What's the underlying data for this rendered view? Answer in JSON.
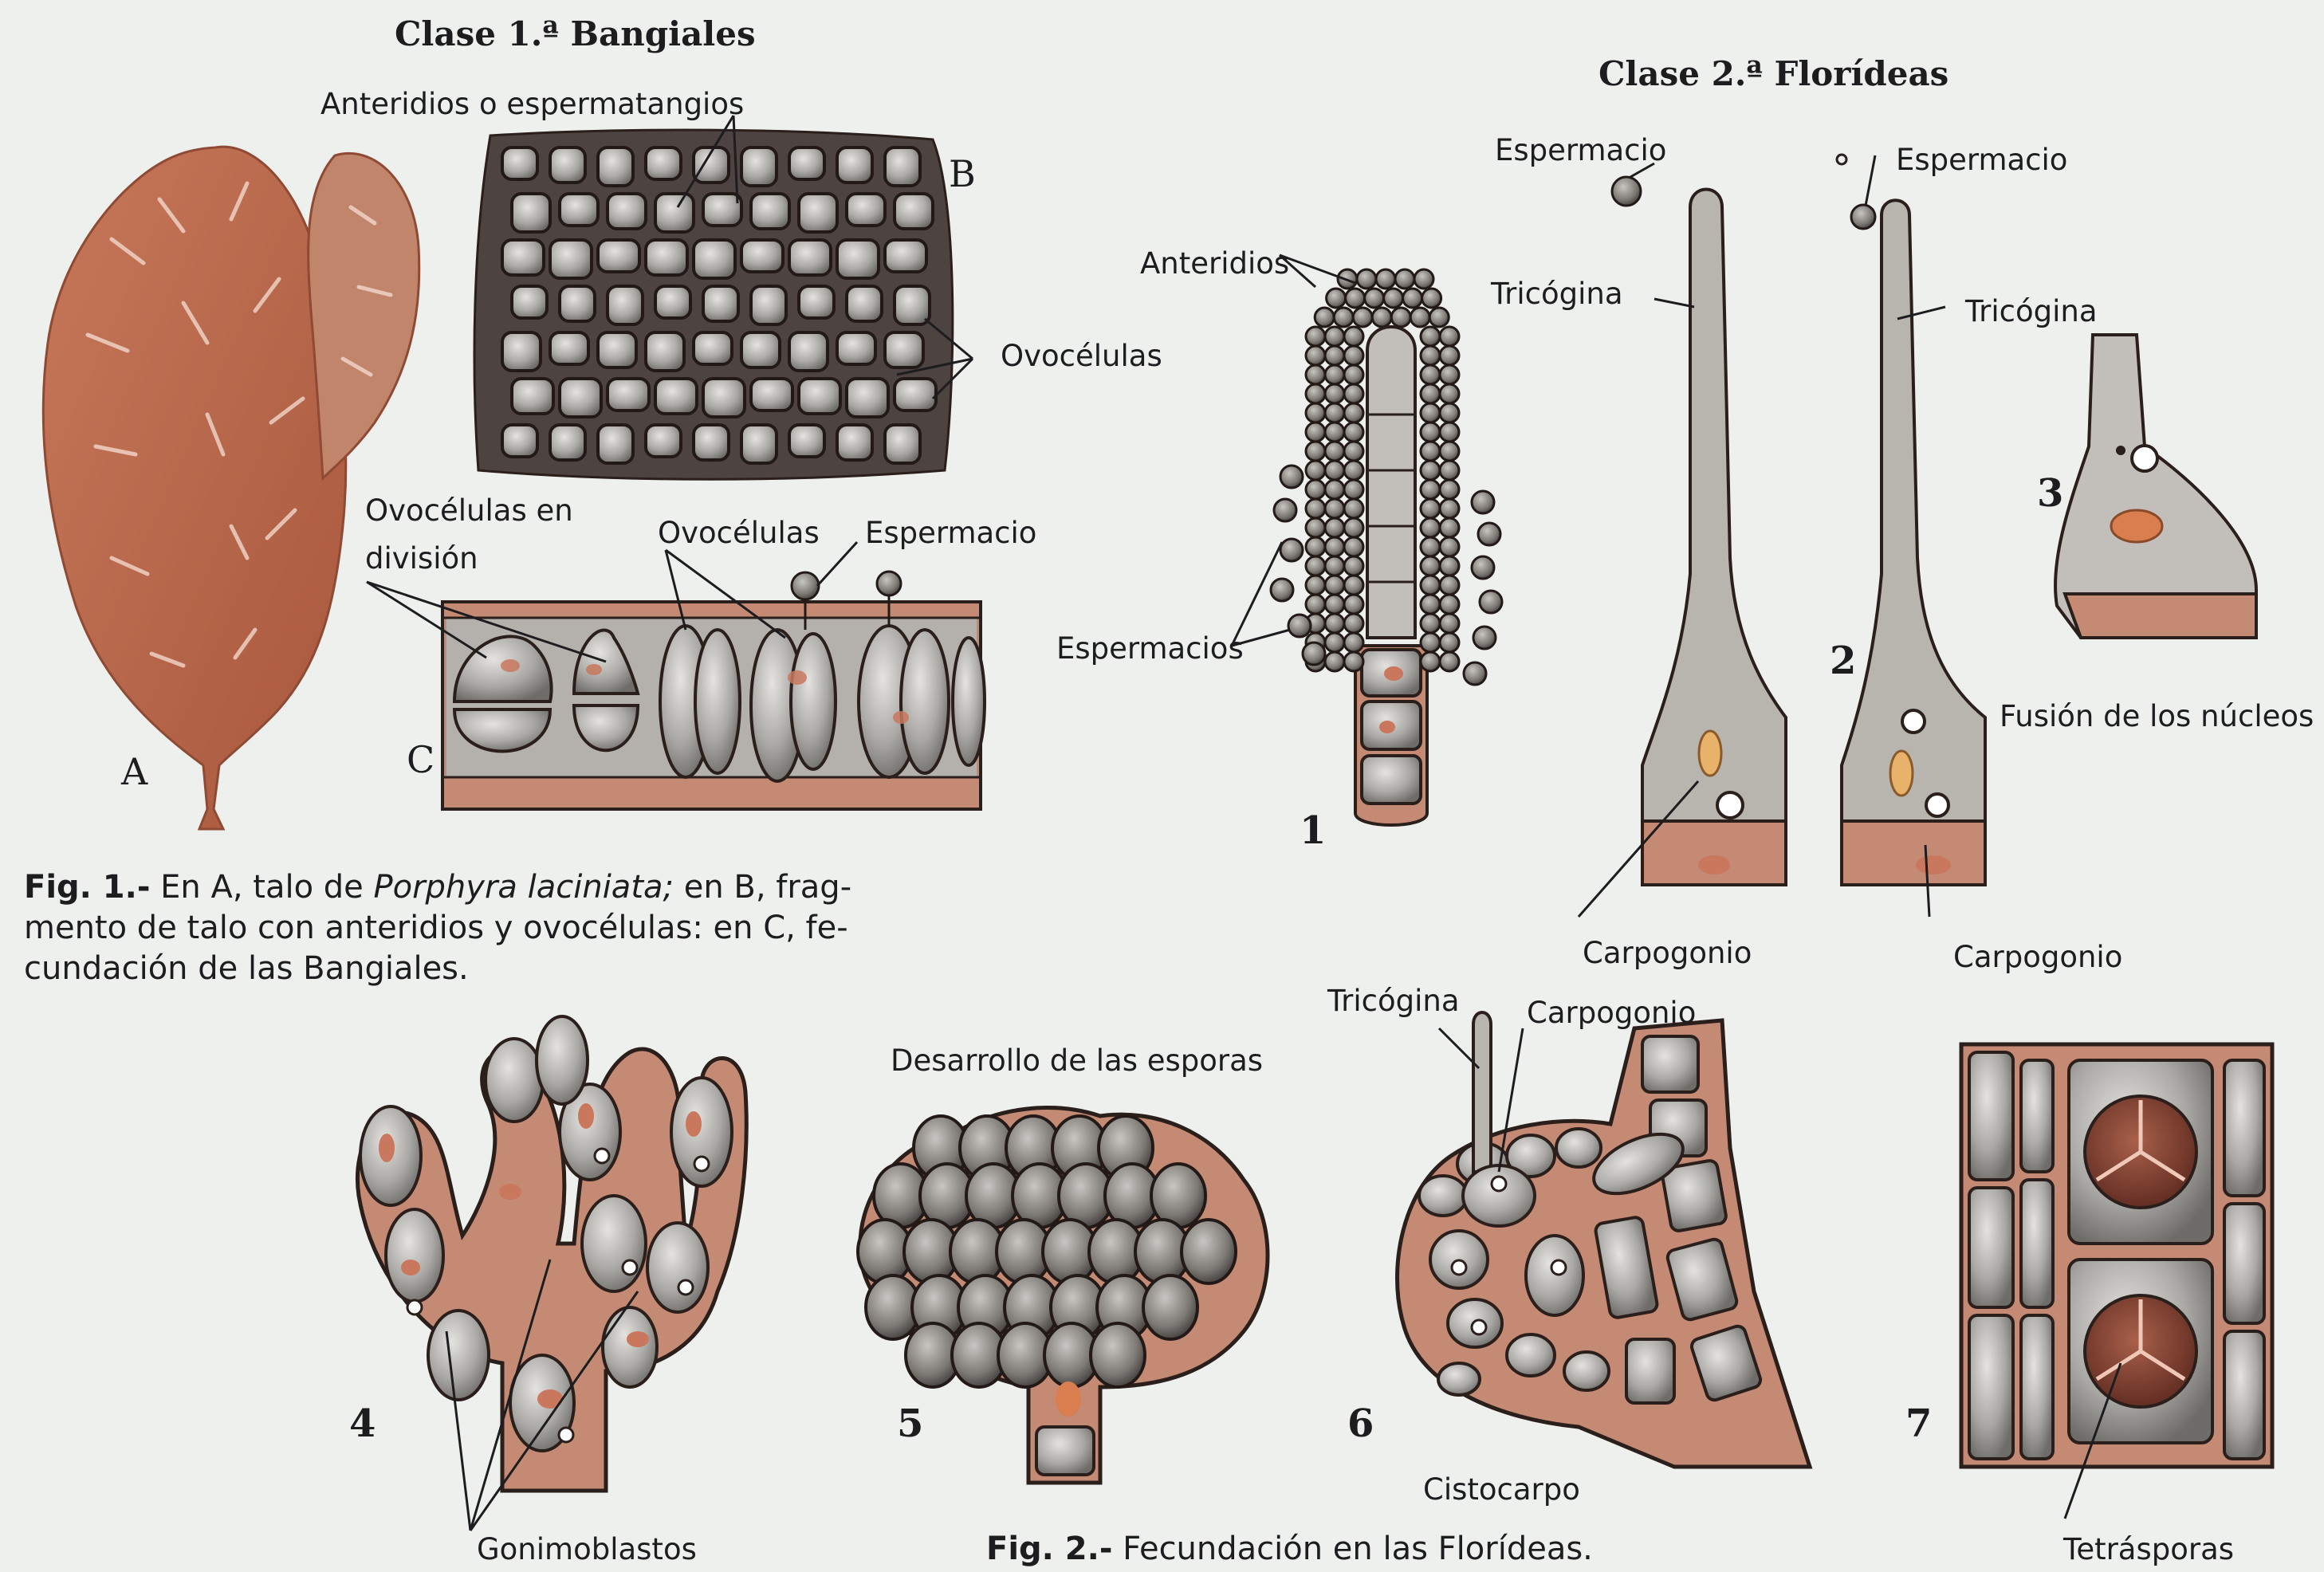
{
  "titles": {
    "clase1": "Clase 1.ª Bangiales",
    "clase2": "Clase 2.ª Florídeas"
  },
  "letters": {
    "a": "A",
    "b": "B",
    "c": "C"
  },
  "numbers": {
    "n1": "1",
    "n2": "2",
    "n3": "3",
    "n4": "4",
    "n5": "5",
    "n6": "6",
    "n7": "7"
  },
  "labels": {
    "anteridios_espermatangios": "Anteridios o espermatangios",
    "ovocelulas_b": "Ovocélulas",
    "ovocelulas_division_1": "Ovocélulas en",
    "ovocelulas_division_2": "división",
    "ovocelulas_c": "Ovocélulas",
    "espermacio_c": "Espermacio",
    "anteridios": "Anteridios",
    "espermacios": "Espermacios",
    "espermacio_1": "Espermacio",
    "espermacio_2": "Espermacio",
    "tricogina_1": "Tricógina",
    "tricogina_2": "Tricógina",
    "fusion_nucleos": "Fusión de los núcleos",
    "carpogonio_1": "Carpogonio",
    "carpogonio_2": "Carpogonio",
    "desarrollo_esporas": "Desarrollo de las esporas",
    "tricogina_6": "Tricógina",
    "carpogonio_6": "Carpogonio",
    "cistocarpo": "Cistocarpo",
    "gonimoblastos": "Gonimoblastos",
    "tetrasporas": "Tetrásporas"
  },
  "captions": {
    "fig1_label": "Fig. 1.-",
    "fig1_text_a": " En A, talo de ",
    "fig1_species": "Porphyra laciniata;",
    "fig1_text_b": " en B, frag-",
    "fig1_line2": "mento de talo con anteridios y ovocélulas: en C, fe-",
    "fig1_line3": "cundación de las Bangiales.",
    "fig2_label": "Fig. 2.-",
    "fig2_text": " Fecundación en las Florídeas."
  },
  "colors": {
    "background": "#eef0ee",
    "thallus": "#b8674a",
    "cell_fill": "#a7a6a2",
    "cell_wall": "#2b1f1c",
    "matrix": "#4b403d",
    "reddish": "#c9785e",
    "tetraspore": "#7d3a2c"
  }
}
